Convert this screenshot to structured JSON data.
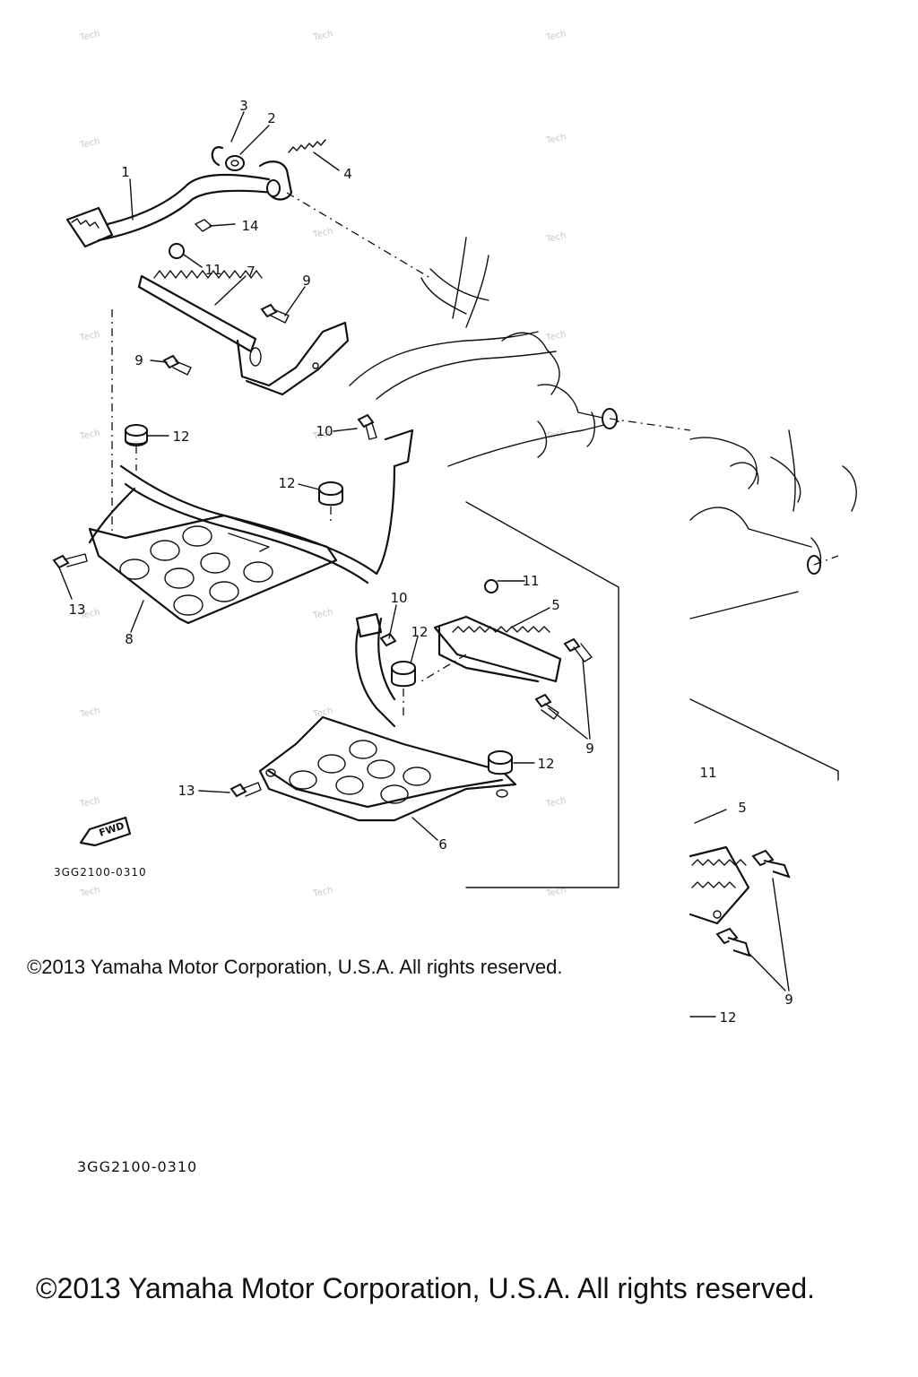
{
  "diagram": {
    "callouts": {
      "p1": "1",
      "p2": "2",
      "p3": "3",
      "p4": "4",
      "p5": "5",
      "p6": "6",
      "p7": "7",
      "p8": "8",
      "p9": "9",
      "p10": "10",
      "p11": "11",
      "p12": "12",
      "p13": "13",
      "p14": "14"
    },
    "fwd_label": "FWD",
    "part_code": "3GG2100-0310",
    "watermark_text": "Tech"
  },
  "copyright": "©2013 Yamaha Motor Corporation, U.S.A. All rights reserved.",
  "colors": {
    "ink": "#111111",
    "watermark": "#c8c8c8",
    "background": "#ffffff"
  }
}
